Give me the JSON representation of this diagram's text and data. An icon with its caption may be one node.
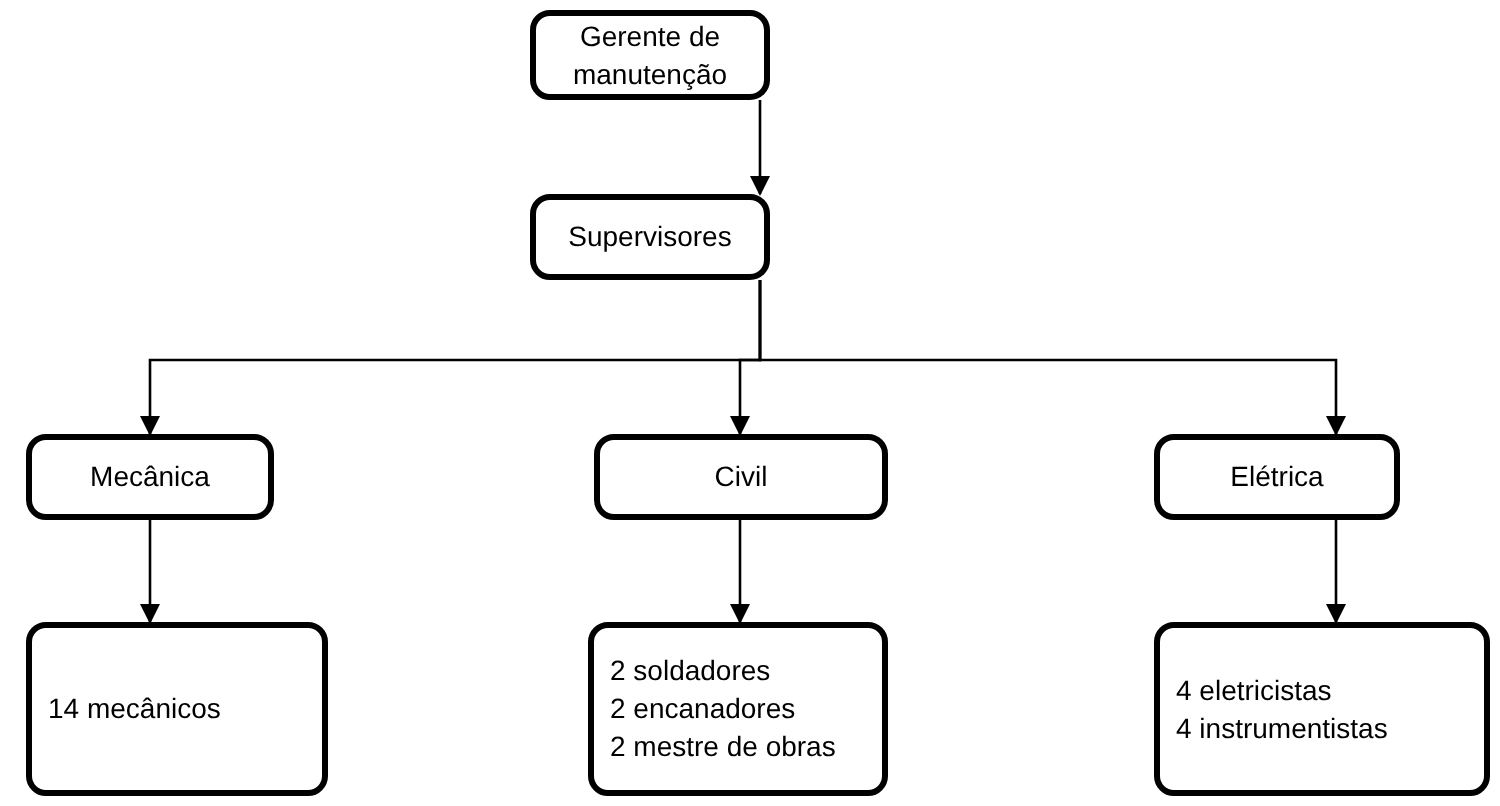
{
  "diagram": {
    "nodes": [
      {
        "text": [
          "Gerente de manutenção"
        ]
      },
      {
        "text": [
          "Supervisores"
        ]
      },
      {
        "text": [
          "Mecânica"
        ]
      },
      {
        "text": [
          "Civil"
        ]
      },
      {
        "text": [
          "Elétrica"
        ]
      },
      {
        "text": [
          "14 mecânicos"
        ]
      },
      {
        "text": [
          "2 soldadores",
          "2 encanadores",
          "2 mestre de obras"
        ]
      },
      {
        "text": [
          "4 eletricistas",
          "4 instrumentistas"
        ]
      }
    ],
    "edges": [
      {
        "from": 0,
        "to": 1,
        "arrow": "to"
      },
      {
        "from": 1,
        "to": 2,
        "arrow": "to"
      },
      {
        "from": 1,
        "to": 3,
        "arrow": "to"
      },
      {
        "from": 1,
        "to": 4,
        "arrow": "to"
      },
      {
        "from": 2,
        "to": 5,
        "arrow": "to"
      },
      {
        "from": 3,
        "to": 6,
        "arrow": "to"
      },
      {
        "from": 4,
        "to": 7,
        "arrow": "to"
      }
    ]
  }
}
